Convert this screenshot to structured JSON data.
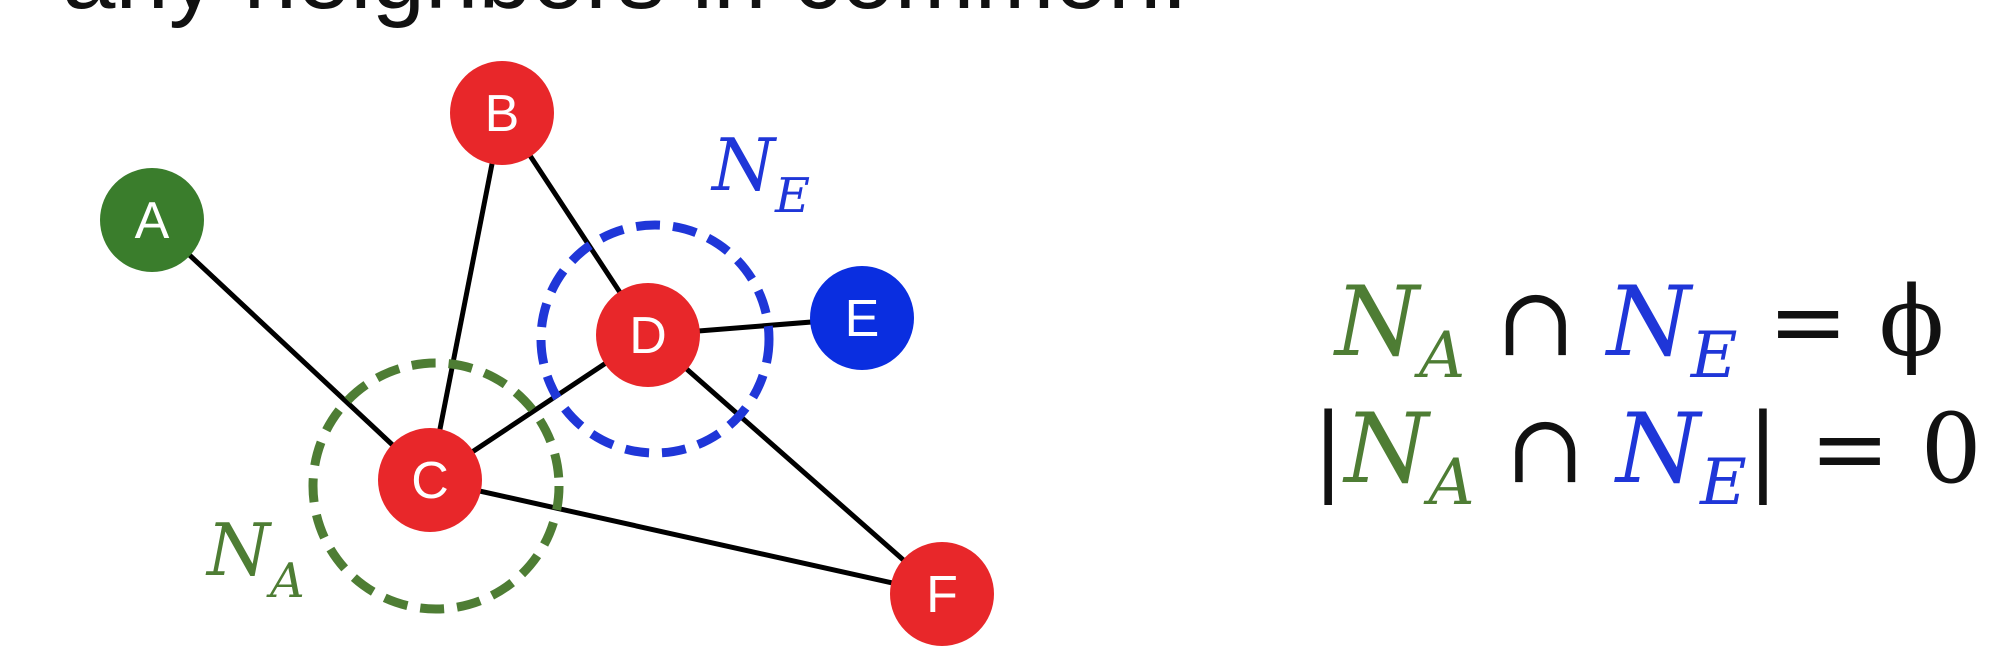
{
  "title_fragment": "any neighbors in common.",
  "colors": {
    "node_red": "#e8272a",
    "node_green": "#3a7d2c",
    "node_blue": "#0a2ee0",
    "set_green": "#4e7d34",
    "set_blue": "#1f36d8",
    "edge": "#000000",
    "text": "#111111"
  },
  "graph": {
    "nodes": [
      {
        "id": "A",
        "label": "A",
        "color": "green"
      },
      {
        "id": "B",
        "label": "B",
        "color": "red"
      },
      {
        "id": "C",
        "label": "C",
        "color": "red"
      },
      {
        "id": "D",
        "label": "D",
        "color": "red"
      },
      {
        "id": "E",
        "label": "E",
        "color": "blue"
      },
      {
        "id": "F",
        "label": "F",
        "color": "red"
      }
    ],
    "edges": [
      [
        "A",
        "C"
      ],
      [
        "B",
        "C"
      ],
      [
        "B",
        "D"
      ],
      [
        "C",
        "D"
      ],
      [
        "C",
        "F"
      ],
      [
        "D",
        "E"
      ],
      [
        "D",
        "F"
      ]
    ],
    "neighborhoods": {
      "A": {
        "label_main": "N",
        "label_sub": "A",
        "style": "dashed",
        "color": "green"
      },
      "E": {
        "label_main": "N",
        "label_sub": "E",
        "style": "dashed",
        "color": "blue"
      }
    }
  },
  "equations": {
    "line1": {
      "var1": "N",
      "sub1": "A",
      "op1": " ∩ ",
      "var2": "N",
      "sub2": "E",
      "rest": " = ϕ"
    },
    "line2": {
      "open": "|",
      "var1": "N",
      "sub1": "A",
      "op1": " ∩ ",
      "var2": "N",
      "sub2": "E",
      "rest": "| = 0"
    }
  }
}
